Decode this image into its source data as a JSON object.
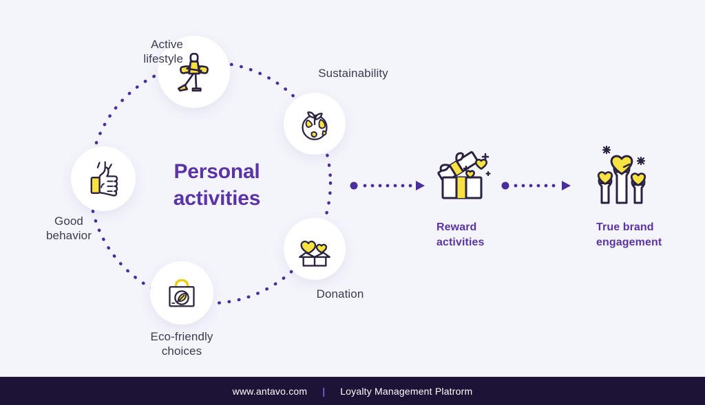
{
  "background_color": "#f4f5fb",
  "colors": {
    "purple": "#5b33a6",
    "dot_purple": "#4b2e9e",
    "yellow": "#f7e242",
    "ink": "#2b2140",
    "caption_gray": "#3c3a52",
    "footer_bg": "#1d1336",
    "footer_sep": "#7c5ad6"
  },
  "center": {
    "title": "Personal\nactivities"
  },
  "wheel": {
    "nodes": [
      {
        "id": "active-lifestyle",
        "label": "Active\nlifestyle",
        "icon": "stretching-person-icon"
      },
      {
        "id": "sustainability",
        "label": "Sustainability",
        "icon": "globe-sprout-icon"
      },
      {
        "id": "donation",
        "label": "Donation",
        "icon": "open-box-hearts-icon"
      },
      {
        "id": "eco-friendly-choices",
        "label": "Eco-friendly\nchoices",
        "icon": "shopping-bag-leaf-icon"
      },
      {
        "id": "good-behavior",
        "label": "Good\nbehavior",
        "icon": "thumbs-up-icon"
      }
    ]
  },
  "stages": [
    {
      "id": "reward-activities",
      "label": "Reward\nactivities",
      "icon": "gift-box-hearts-icon"
    },
    {
      "id": "true-brand-engagement",
      "label": "True brand\nengagement",
      "icon": "hands-holding-hearts-icon"
    }
  ],
  "arrows": [
    {
      "id": "arrow-personal-to-reward",
      "icon": "dotted-arrow-right-icon"
    },
    {
      "id": "arrow-reward-to-engagement",
      "icon": "dotted-arrow-right-icon"
    }
  ],
  "footer": {
    "website": "www.antavo.com",
    "separator": "|",
    "tagline": "Loyalty Management Platrorm"
  }
}
